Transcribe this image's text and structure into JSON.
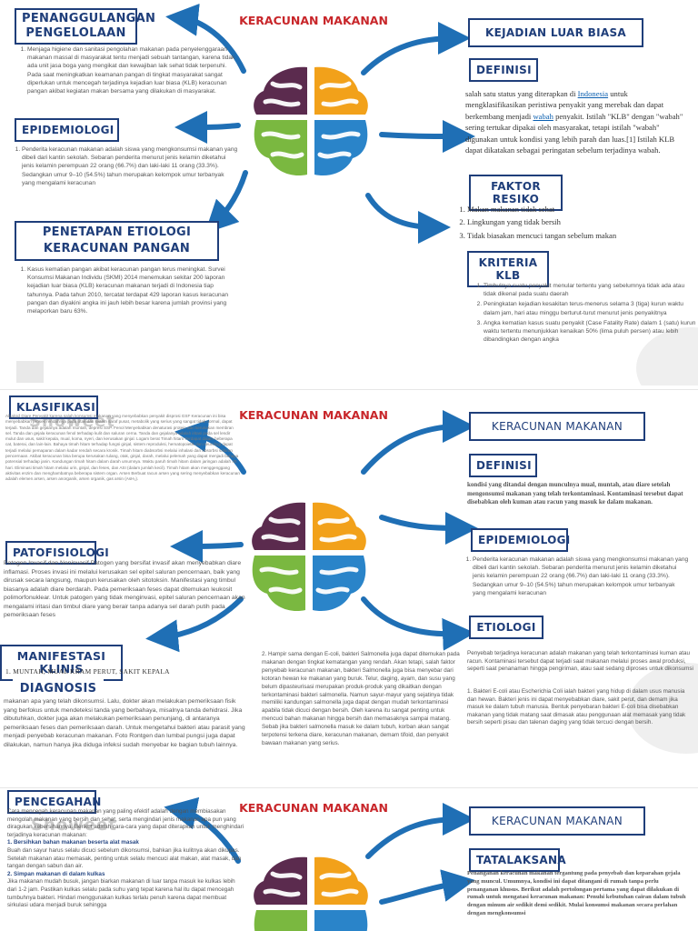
{
  "main_title": "KERACUNAN MAKANAN",
  "watermark": "Showeet",
  "colors": {
    "arrow": "#1f6fb5",
    "box_border": "#1f3e7a",
    "title_red": "#c8262a",
    "brain_purple": "#5b2b4e",
    "brain_orange": "#f2a11a",
    "brain_green": "#7ab840",
    "brain_blue": "#2a84c9"
  },
  "panel1": {
    "penanggulangan": {
      "title": "PENANGGULANGAN PENGELOLAAN",
      "items": [
        "Menjaga higiene dan sanitasi pengolahan makanan pada penyelenggaraan makanan massal di masyarakat tentu menjadi sebuah tantangan, karena tidak ada unit jasa boga yang mengikat dan kewajiban laik sehat tidak terpenuhi. Pada saat meningkatkan keamanan pangan di tingkat masyarakat sangat diperlukan untuk mencegah terjadinya kejadian luar biasa (KLB) keracunan pangan akibat kegiatan makan bersama yang dilakukan di masyarakat."
      ]
    },
    "epidemiologi": {
      "title": "EPIDEMIOLOGI",
      "items": [
        "Penderita keracunan makanan adalah siswa yang mengkonsumsi makanan yang dibeli dari kantin sekolah. Sebaran penderita menurut jenis kelamin diketahui jenis kelamin perempuan 22 orang (66.7%) dan laki-laki 11 orang (33.3%). Sedangkan umur 9–10 (54.5%) tahun merupakan kelompok umur terbanyak yang mengalami keracunan"
      ]
    },
    "etiologi": {
      "title": "PENETAPAN ETIOLOGI KERACUNAN PANGAN",
      "items": [
        "Kasus kematian pangan akibat keracunan pangan terus meningkat. Survei Konsumsi Makanan Individu (SKMI) 2014 menemukan sekitar 200 laporan kejadian luar biasa (KLB) keracunan makanan terjadi di Indonesia tiap tahunnya. Pada tahun 2010, tercatat terdapat 429 laporan kasus keracunan pangan dan diyakini angka ini jauh lebih besar karena jumlah provinsi yang melaporkan baru 63%."
      ]
    },
    "klb": {
      "title": "KEJADIAN LUAR BIASA",
      "definisi_title": "DEFINISI",
      "definisi_before": "salah satu status yang diterapkan di",
      "definisi_link1": "Indonesia",
      "definisi_mid": "untuk mengklasifikasikan peristiwa penyakit yang merebak dan dapat berkembang menjadi",
      "definisi_link2": "wabah",
      "definisi_after": "penyakit. Istilah \"KLB\" dengan \"wabah\" sering tertukar dipakai oleh masyarakat, tetapi istilah \"wabah\" digunakan untuk kondisi yang lebih parah dan luas.[1] Istilah KLB dapat dikatakan sebagai peringatan sebelum terjadinya wabah.",
      "faktor_title": "FAKTOR RESIKO",
      "faktor_items": [
        "Makan makanan tidak sehat",
        "Lingkungan yang tidak bersih",
        "Tidak biasakan mencuci tangan sebelum makan"
      ],
      "kriteria_title": "KRITERIA KLB",
      "kriteria_items": [
        "Timbulnya suatu penyakit menular tertentu yang sebelumnya tidak ada atau tidak dikenal pada suatu daerah",
        "Peningkatan kejadian kesakitan terus-menerus selama 3 (tiga) kurun waktu dalam jam, hari atau minggu berturut-turut menurut jenis penyakitnya",
        "Angka kematian kasus suatu penyakit (Case Fatality Rate) dalam 1 (satu) kurun waktu tertentu menunjukkan kenaikan 50% (lima puluh persen) atau lebih dibandingkan dengan angka"
      ]
    }
  },
  "panel2": {
    "klasifikasi": {
      "title": "KLASIFIKASI",
      "text": "Alkaloid Diare Penyakit karena salah konsumsi makanan yang menyebabkan penyakit disprosi GSF Keracunan ini bisa menyebabkan proses rendahnya pada otak dan sistem saraf pusat, metabolik yang serius yang sangat tidak normal, dapat terjadi. Tanda dan gejalanya adalah muntah, depresi SSP. Fenol Menyebabkan denaturasi protein dan kerusakan membran sel. Tanda dan gejala keracunan fenol terhadap kulit dan saluran cerna. Tanda dan gejalanya adalah iritasi pada sel lendir mulut dan usus, sakit kepala, mual, koma, nyeri, dan kerusakan ginjal. Logam berat Timah hitam Terdapat dalam beberapa cat, baterai, dan lain-lain. Bahaya timah hitam terhadap fungsi ginjal, sistem reproduksi, hematopoietik dan neurologi dapat terjadi melalui pemaparan dalam kadar rendah secara kronik. Timah hitam diabsorbsi melalui inhalasi dan absorbsi saluran pencernaan. Akibat keracunan bisa berupa kerusakan tulang, otak, ginjal, darah, melalui pelemah yang dapat menjadi bahaya potensial terhadap janin. Kandungan timah hitam dalam darah umumnya. Waktu paruh timah hitam dalam jaringan adalah 40 hari. Eliminasi timah hitam melalui urin, ginjal, dan feses, dan ASI (dalam jumlah kecil). Timah hitam akan menggenggang aktivitas enzim dan menghambatnya beberapa sistem organ. Arsen Berbuat racun arsen yang sering menyebabkan keracunan adalah elemen arsen, arsen anorganik, arsen organik, gas arsin (AsH₃)."
    },
    "patofisiologi": {
      "title": "PATOFISIOLOGI",
      "text": "Patogen Invasif dan Noninvasif Patogen yang bersifat invasif akan menyebabkan diare inflamasi. Proses invasi ini melalui kerusakan sel epitel saluran pencernaan, baik yang dirusak secara langsung, maupun kerusakan oleh sitotoksin. Manifestasi yang timbul biasanya adalah diare berdarah. Pada pemeriksaan feses dapat ditemukan leukosit polimorfonuklear. Untuk patogen yang tidak menginvasi, epitel saluran pencernaan akan mengalami iritasi dan timbul diare yang berair tanpa adanya sel darah putih pada pemeriksaan feses"
    },
    "manifestasi": {
      "title": "MANIFESTASI KLINIS",
      "text": "1. MUNTAH, MUAL KRAM PERUT, SAKIT KEPALA"
    },
    "diagnosis": {
      "title": "DIAGNOSIS",
      "text": "makanan apa yang telah dikonsumsi. Lalu, dokter akan melakukan pemeriksaan fisik yang berfokus untuk mendeteksi tanda yang berbahaya, misalnya tanda dehidrasi. Jika dibutuhkan, dokter juga akan melakukan pemeriksaan penunjang, di antaranya pemeriksaan feses dan pemeriksaan darah. Untuk mengetahui bakteri atau parasit yang menjadi penyebab keracunan makanan. Foto Rontgen dan lumbal pungsi juga dapat dilakukan, namun hanya jika diduga infeksi sudah menyebar ke bagian tubuh lainnya."
    },
    "middle_text": "2. Hampir sama dengan E-coli, bakteri Salmonella juga dapat ditemukan pada makanan dengan tingkat kematangan yang rendah. Akan tetapi, salah faktor penyebab keracunan makanan, bakteri Salmonella juga bisa menyebar dari kotoran hewan ke makanan yang buruk. Telur, daging, ayam, dan susu yang belum dipasteurisasi merupakan produk-produk yang dikaitkan dengan terkontaminasi bakteri salmonella. Namun sayur-mayur yang sejatinya tidak memiliki kandungan salmonella juga dapat dengan mudah terkontaminasi apabila tidak dicuci dengan bersih. Oleh karena itu sangat penting untuk mencuci bahan makanan hingga bersih dan memasaknya sampai matang. Sebab jika bakteri salmonella masuk ke dalam tubuh, korban akan sangat terpotensi terkena diare, keracunan makanan, demam tifoid, dan penyakit bawaan makanan yang serius.",
    "right": {
      "title": "KERACUNAN MAKANAN",
      "definisi_title": "DEFINISI",
      "definisi_text": "kondisi yang ditandai dengan munculnya mual, muntah, atau diare setelah mengonsumsi makanan yang telah terkontaminasi. Kontaminasi tersebut dapat disebabkan oleh kuman atau racun yang masuk ke dalam makanan.",
      "epid_title": "EPIDEMIOLOGI",
      "epid_text": "Penderita keracunan makanan adalah siswa yang mengkonsumsi makanan yang dibeli dari kantin sekolah. Sebaran penderita menurut jenis kelamin diketahui jenis kelamin perempuan 22 orang (66.7%) dan laki-laki 11 orang (33.3%). Sedangkan umur 9–10 (54.5%) tahun merupakan kelompok umur terbanyak yang mengalami keracunan",
      "etio_title": "ETIOLOGI",
      "etio_text1": "Penyebab terjadinya keracunan adalah makanan yang telah terkontaminasi kuman atau racun. Kontaminasi tersebut dapat terjadi saat makanan melalui proses awal produksi, seperti saat penanaman hingga pengiriman, atau saat sedang diproses untuk dikonsumsi",
      "etio_text2": "1. Bakteri E-coli atau Escherichia Coli ialah bakteri yang hidup di dalam usus manusia dan hewan. Bakteri jenis ini dapat menyebabkan diare, sakit perut, dan demam jika masuk ke dalam tubuh manusia. Bentuk penyebaran bakteri E-coli bisa disebabkan makanan yang tidak matang saat dimasak atau penggunaan alat memasak yang tidak bersih seperti pisau dan talenan daging yang tidak tercuci dengan bersih."
    }
  },
  "panel3": {
    "pencegahan": {
      "title": "PENCEGAHAN",
      "text": "Cara mencegah keracunan makanan yang paling efektif adalah dengan membiasakan mengolah makanan yang bersih dan sehat, serta mengindari jenis makanan apa pun yang diragukan kebersihannya. Berikut adalah cara-cara yang dapat diterapkan untuk menghindari terjadinya keracunan makanan:",
      "p1_title": "1. Bersihkan bahan makanan beserta alat masak",
      "p1_text": "Buah dan sayur harus selalu dicuci sebelum dikonsumsi, bahkan jika kulitnya akan dikupas. Setelah makanan atau memasak, penting untuk selalu mencuci alat makan, alat masak, dan tangan dengan sabun dan air.",
      "p2_title": "2. Simpan makanan di dalam kulkas",
      "p2_text": "Jika makanan mudah busuk, jangan biarkan makanan di luar tanpa masuk ke kulkas lebih dari 1-2 jam. Pastikan kulkas selalu pada suhu yang tepat karena hal itu dapat mencegah tumbuhnya bakteri. Hindari menggunakan kulkas terlalu penuh karena dapat membuat sirkulasi udara menjadi buruk sehingga"
    },
    "right": {
      "title": "KERACUNAN MAKANAN",
      "tata_title": "TATALAKSANA",
      "tata_text": "Penanganan keracunan makanan tergantung pada penyebab dan keparahan gejala yang muncul. Umumnya, kondisi ini dapat ditangani di rumah tanpa perlu penanganan khusus. Berikut adalah pertolongan pertama yang dapat dilakukan di rumah untuk mengatasi keracunan makanan: Penuhi kebutuhan cairan dalam tubuh dengan minum air sedikit demi sedikit. Mulai konsumsi makanan secara perlahan dengan mengkonsumsi"
    }
  }
}
